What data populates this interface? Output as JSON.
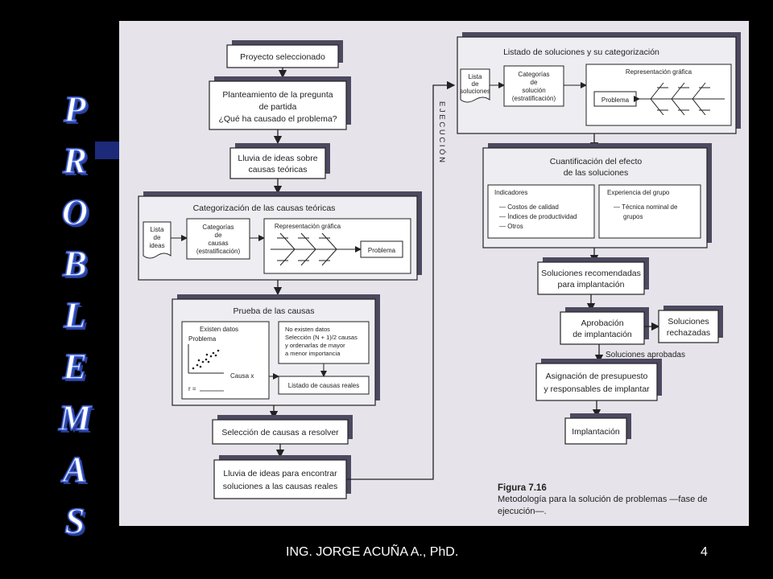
{
  "side_title": [
    "P",
    "R",
    "O",
    "B",
    "L",
    "E",
    "M",
    "A",
    "S"
  ],
  "left_column": {
    "proyecto": "Proyecto seleccionado",
    "planteamiento": [
      "Planteamiento de la pregunta",
      "de partida",
      "¿Qué ha causado el problema?"
    ],
    "lluvia_teoricas": [
      "Lluvia de ideas sobre",
      "causas teóricas"
    ],
    "categorizacion": {
      "title": "Categorización de las causas teóricas",
      "lista": [
        "Lista",
        "de",
        "ideas"
      ],
      "categorias": [
        "Categorías",
        "de",
        "causas",
        "(estratificación)"
      ],
      "representacion": "Representación gráfica",
      "problema": "Problema"
    },
    "prueba": {
      "title": "Prueba de las causas",
      "existen": "Existen datos",
      "problema": "Problema",
      "causa_x": "Causa x",
      "r_label": "r =",
      "no_existen": [
        "No existen datos",
        "Selección (N + 1)/2 causas",
        "y ordenarlas de mayor",
        "a menor importancia"
      ],
      "listado": "Listado de causas reales"
    },
    "seleccion": "Selección de causas a resolver",
    "lluvia_soluciones": [
      "Lluvia de ideas para encontrar",
      "soluciones a las causas reales"
    ]
  },
  "connector_label": "E J E C U C I Ó N",
  "right_column": {
    "listado": {
      "title": "Listado de soluciones y su categorización",
      "lista": [
        "Lista",
        "de",
        "soluciones"
      ],
      "categorias": [
        "Categorías",
        "de",
        "solución",
        "(estratificación)"
      ],
      "representacion": "Representación gráfica",
      "problema": "Problema"
    },
    "cuantificacion": {
      "title": [
        "Cuantificación del efecto",
        "de las soluciones"
      ],
      "indicadores": [
        "Indicadores",
        "— Costos de calidad",
        "— Índices de productividad",
        "— Otros"
      ],
      "experiencia": [
        "Experiencia del grupo",
        "— Técnica nominal de",
        "grupos"
      ]
    },
    "recomendadas": [
      "Soluciones recomendadas",
      "para implantación"
    ],
    "aprobacion": [
      "Aprobación",
      "de implantación"
    ],
    "rechazadas": [
      "Soluciones",
      "rechazadas"
    ],
    "aprobadas": "Soluciones aprobadas",
    "asignacion": [
      "Asignación de presupuesto",
      "y responsables de implantar"
    ],
    "implantacion": "Implantación"
  },
  "caption": {
    "figure": "Figura 7.16",
    "text": [
      "Metodología para la solución de problemas —fase de",
      "ejecución—."
    ]
  },
  "footer": {
    "author": "ING. JORGE ACUÑA A., PhD.",
    "page": "4"
  },
  "colors": {
    "background": "#000000",
    "paper": "#e6e4ea",
    "box_shadow": "#4d4960",
    "letters_outline": "#3d5fd8"
  }
}
